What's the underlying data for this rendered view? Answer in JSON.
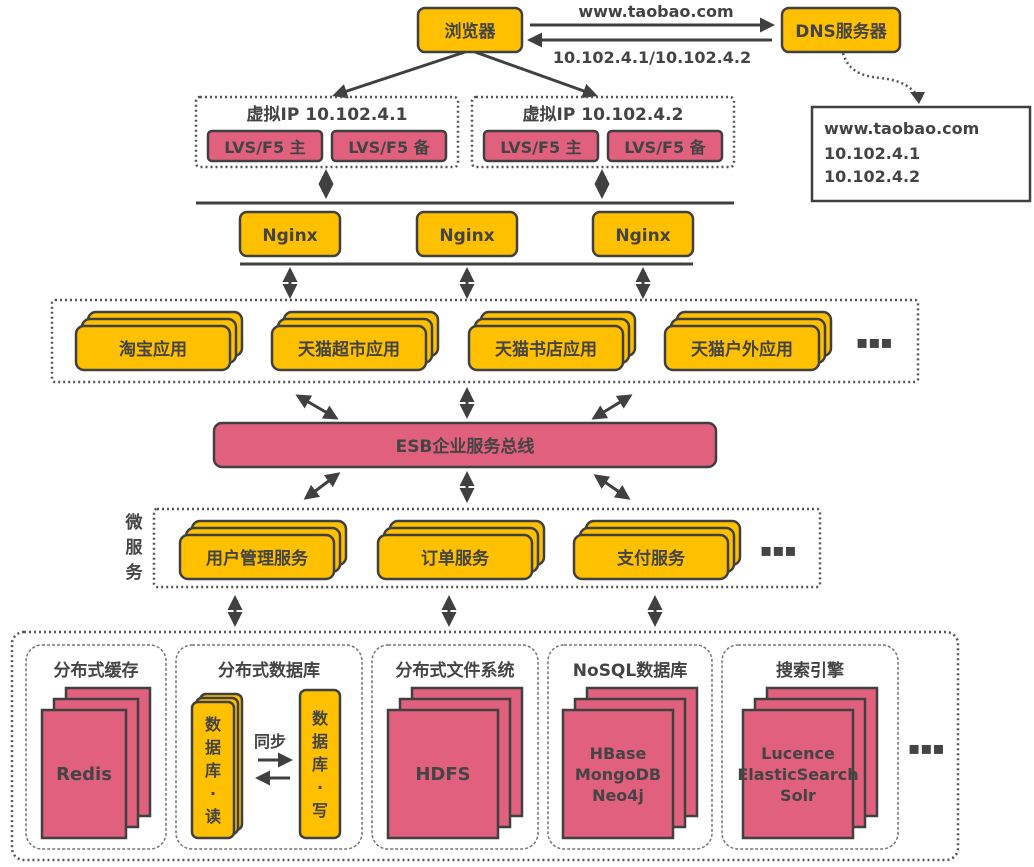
{
  "browser": {
    "label": "浏览器"
  },
  "dns": {
    "label": "DNS服务器",
    "request_label": "www.taobao.com",
    "response_label": "10.102.4.1/10.102.4.2",
    "record": [
      "www.taobao.com",
      "10.102.4.1",
      "10.102.4.2"
    ]
  },
  "vip_groups": [
    {
      "title": "虚拟IP 10.102.4.1",
      "master": "LVS/F5 主",
      "backup": "LVS/F5 备"
    },
    {
      "title": "虚拟IP 10.102.4.2",
      "master": "LVS/F5 主",
      "backup": "LVS/F5 备"
    }
  ],
  "nginx": [
    "Nginx",
    "Nginx",
    "Nginx"
  ],
  "apps": [
    "淘宝应用",
    "天猫超市应用",
    "天猫书店应用",
    "天猫户外应用"
  ],
  "ellipsis": "▪▪▪",
  "esb": {
    "label": "ESB企业服务总线"
  },
  "microservices": {
    "side_label": [
      "微",
      "服",
      "务"
    ],
    "items": [
      "用户管理服务",
      "订单服务",
      "支付服务"
    ]
  },
  "storage": [
    {
      "title": "分布式缓存",
      "content": [
        "Redis"
      ]
    },
    {
      "title": "分布式数据库",
      "read_label": [
        "数",
        "据",
        "库",
        "·",
        "读"
      ],
      "write_label": [
        "数",
        "据",
        "库",
        "·",
        "写"
      ],
      "sync_label": "同步"
    },
    {
      "title": "分布式文件系统",
      "content": [
        "HDFS"
      ]
    },
    {
      "title": "NoSQL数据库",
      "content": [
        "HBase",
        "MongoDB",
        "Neo4j"
      ]
    },
    {
      "title": "搜索引擎",
      "content": [
        "Lucence",
        "ElasticSearch",
        "Solr"
      ]
    }
  ],
  "colors": {
    "yellow": "#FFC000",
    "pink": "#E0607E",
    "stroke": "#404040"
  }
}
